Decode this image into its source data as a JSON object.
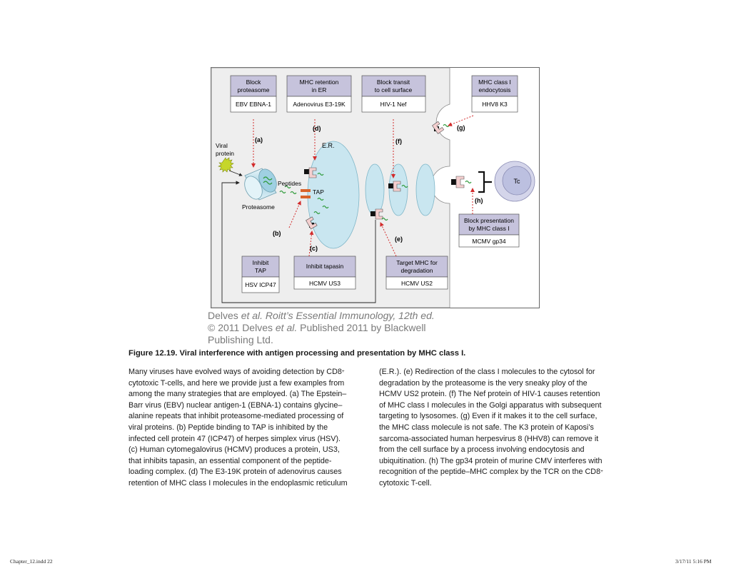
{
  "figure": {
    "boxes": {
      "block_proteasome": {
        "title": [
          "Block",
          "proteasome"
        ],
        "virus": "EBV EBNA-1"
      },
      "mhc_retention": {
        "title": [
          "MHC retention",
          "in ER"
        ],
        "virus": "Adenovirus E3-19K"
      },
      "block_transit": {
        "title": [
          "Block transit",
          "to cell surface"
        ],
        "virus": "HIV-1 Nef"
      },
      "endocytosis": {
        "title": [
          "MHC class I",
          "endocytosis"
        ],
        "virus": "HHV8 K3"
      },
      "inhibit_tap": {
        "title": [
          "Inhibit",
          "TAP"
        ],
        "virus": "HSV ICP47"
      },
      "inhibit_tapasin": {
        "title": [
          "Inhibit tapasin"
        ],
        "virus": "HCMV US3"
      },
      "target_mhc": {
        "title": [
          "Target MHC for",
          "degradation"
        ],
        "virus": "HCMV US2"
      },
      "block_presentation": {
        "title": [
          "Block presentation",
          "by MHC class I"
        ],
        "virus": "MCMV gp34"
      }
    },
    "letters": {
      "a": "(a)",
      "b": "(b)",
      "c": "(c)",
      "d": "(d)",
      "e": "(e)",
      "f": "(f)",
      "g": "(g)",
      "h": "(h)"
    },
    "labels": {
      "viral_protein": [
        "Viral",
        "protein"
      ],
      "proteasome": "Proteasome",
      "peptides": "Peptides",
      "tap": "TAP",
      "er": "E.R.",
      "tc": "Tc"
    },
    "colors": {
      "box_header": "#c6c3dc",
      "er_fill": "#c9e6f0",
      "arrow_red": "#d22b2b",
      "panel_bg": "#eeeeee",
      "tap_orange": "#d9642b",
      "peptide_green": "#2e9a3a"
    }
  },
  "credit": {
    "line1_pre": "Delves ",
    "line1_italic": "et al. Roitt’s Essential Immunology, 12th ed.",
    "line2_pre": "© 2011 Delves ",
    "line2_italic": "et al.",
    "line2_post": " Published 2011 by Blackwell",
    "line3": "Publishing Ltd."
  },
  "caption": "Figure 12.19.  Viral interference with antigen processing and presentation by MHC class I.",
  "body": {
    "col1_line1_pre": "Many viruses have evolved ways of avoiding detection by CD8",
    "sup_plus": "+",
    "col1": [
      "cytotoxic T-cells, and here we provide just a few examples from",
      "among the many strategies that are employed. (a) The Epstein–",
      "Barr virus (EBV) nuclear antigen-1 (EBNA-1) contains glycine–",
      "alanine repeats that inhibit proteasome-mediated processing of",
      "viral proteins. (b) Peptide binding to TAP is inhibited by the",
      "infected cell protein 47 (ICP47) of herpes simplex virus (HSV).",
      "(c) Human cytomegalovirus (HCMV) produces a protein, US3,",
      "that inhibits tapasin, an essential component of the peptide-",
      "loading complex. (d) The E3-19K protein of adenovirus causes",
      "retention of MHC class I molecules in the endoplasmic reticulum"
    ],
    "col2": [
      "(E.R.). (e) Redirection of the class I molecules to the cytosol for",
      "degradation by the proteasome is the very sneaky ploy of the",
      "HCMV US2 protein. (f) The Nef protein of HIV-1 causes retention",
      "of MHC class I molecules in the Golgi apparatus with subsequent",
      "targeting to lysosomes. (g) Even if it makes it to the cell surface,",
      "the MHC class molecule is not safe. The K3 protein of Kaposi’s",
      "sarcoma-associated human herpesvirus 8 (HHV8) can remove it",
      "from the cell surface by a process involving endocytosis and",
      "ubiquitination. (h) The gp34 protein of murine CMV interferes with"
    ],
    "col2_last_pre": "recognition of the peptide–MHC complex by the TCR on the CD8",
    "col2_end": "cytotoxic T-cell."
  },
  "footer": {
    "left": "Chapter_12.indd   22",
    "right": "3/17/11   5:16 PM"
  }
}
